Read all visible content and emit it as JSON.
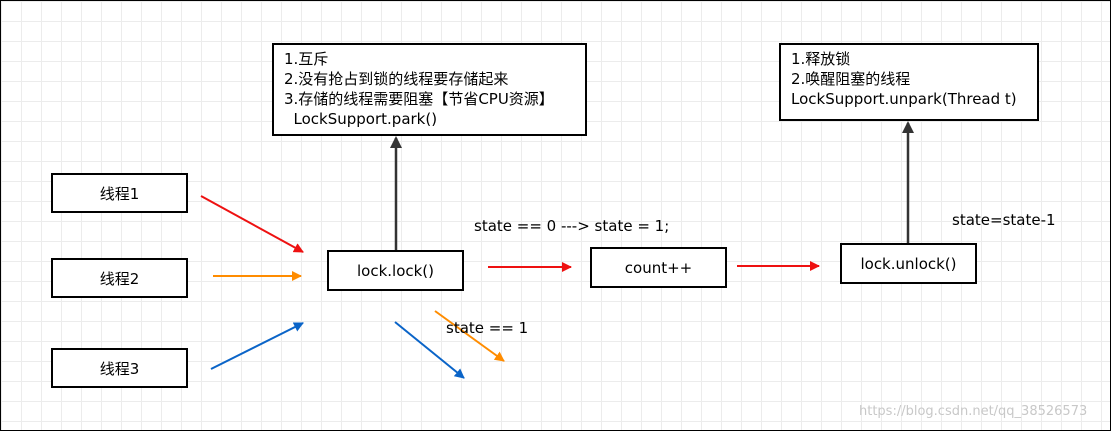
{
  "threads": [
    {
      "label": "线程1"
    },
    {
      "label": "线程2"
    },
    {
      "label": "线程3"
    }
  ],
  "lock_box": {
    "label": "lock.lock()"
  },
  "count_box": {
    "label": "count++"
  },
  "unlock_box": {
    "label": "lock.unlock()"
  },
  "lock_note": {
    "lines": [
      "1.互斥",
      "2.没有抢占到锁的线程要存储起来",
      "3.存储的线程需要阻塞【节省CPU资源】",
      "  LockSupport.park()"
    ]
  },
  "unlock_note": {
    "lines": [
      "1.释放锁",
      "2.唤醒阻塞的线程",
      "LockSupport.unpark(Thread t)"
    ]
  },
  "labels": {
    "cas_success": "state == 0 ---> state = 1;",
    "reentrant": "state == 1",
    "release": "state=state-1"
  },
  "watermark": "https://blog.csdn.net/qq_38526573",
  "colors": {
    "red": "#ee1111",
    "orange": "#ff8c00",
    "blue": "#0a64c8",
    "black": "#333333"
  }
}
